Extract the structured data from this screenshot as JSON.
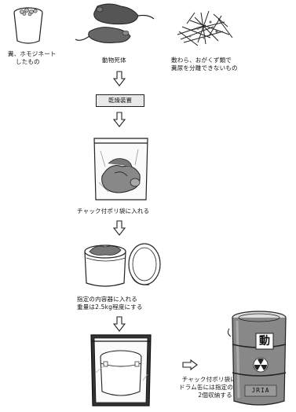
{
  "steps": {
    "feces": {
      "line1": "糞、ホモジネート",
      "line2": "したもの"
    },
    "carcass": {
      "label": "動物死体"
    },
    "bedding": {
      "line1": "敷わら、おがくず類で",
      "line2": "糞尿を分離できないもの"
    },
    "dryer": {
      "label": "乾燥装置"
    },
    "bag": {
      "label": "チャック付ポリ袋に入れる"
    },
    "container": {
      "line1": "指定の内容器に入れる",
      "line2": "重量は2.5kg程度にする"
    },
    "drum": {
      "line1": "チャック付ポリ袋に入れ",
      "line2": "ドラム缶には指定の内容器",
      "line3": "2個収納する"
    }
  },
  "drum_markings": {
    "top_char": "動",
    "bottom_text": "JRIA"
  },
  "colors": {
    "outline": "#222222",
    "dryer_box_bg": "#e9e9e9"
  }
}
